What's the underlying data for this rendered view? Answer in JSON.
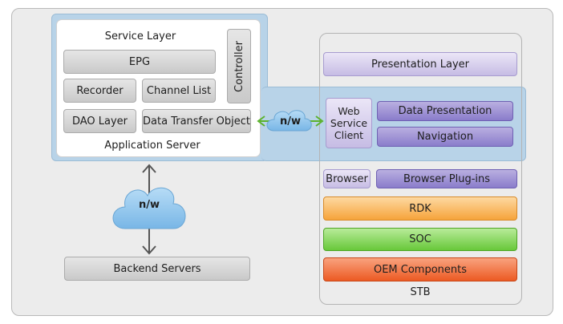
{
  "service_layer": {
    "title": "Service Layer",
    "epg": "EPG",
    "recorder": "Recorder",
    "channel_list": "Channel List",
    "dao_layer": "DAO Layer",
    "data_transfer_object": "Data Transfer Object",
    "controller": "Controller",
    "footer": "Application Server"
  },
  "network": {
    "horizontal_label": "n/w",
    "vertical_label": "n/w"
  },
  "backend": {
    "label": "Backend  Servers"
  },
  "stb": {
    "presentation_layer": "Presentation Layer",
    "web_service_client": "Web Service Client",
    "data_presentation": "Data Presentation",
    "navigation": "Navigation",
    "browser": "Browser",
    "browser_plugins": "Browser Plug-ins",
    "rdk": "RDK",
    "soc": "SOC",
    "oem_components": "OEM Components",
    "footer": "STB"
  },
  "colors": {
    "band_blue": "#b8d3e8",
    "cloud_blue": "#8fc3eb",
    "arrow_green": "#5cb22e",
    "arrow_gray": "#555555"
  }
}
